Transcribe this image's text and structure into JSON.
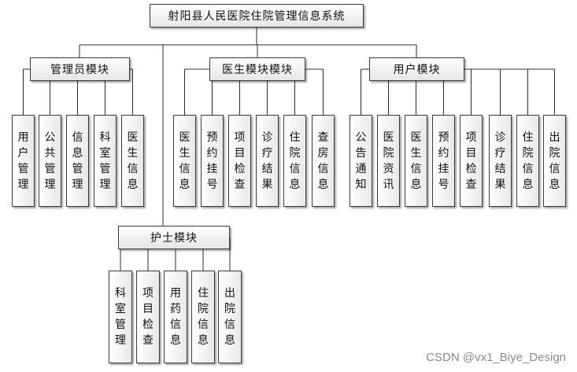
{
  "root": "射阳县人民医院住院管理信息系统",
  "modules": [
    {
      "id": "admin",
      "label": "管理员模块",
      "children": [
        "用户管理",
        "公共管理",
        "信息管理",
        "科室管理",
        "医生信息"
      ]
    },
    {
      "id": "doctor",
      "label": "医生模块模块",
      "children": [
        "医生信息",
        "预约挂号",
        "项目检查",
        "诊疗结果",
        "住院信息",
        "查房信息"
      ]
    },
    {
      "id": "user",
      "label": "用户模块",
      "children": [
        "公告通知",
        "医院资讯",
        "医生信息",
        "预约挂号",
        "项目检查",
        "诊疗结果",
        "住院信息",
        "出院信息"
      ]
    },
    {
      "id": "nurse",
      "label": "护士模块",
      "children": [
        "科室管理",
        "项目检查",
        "用药信息",
        "住院信息",
        "出院信息"
      ]
    }
  ],
  "watermark": "CSDN @vx1_Biye_Design"
}
